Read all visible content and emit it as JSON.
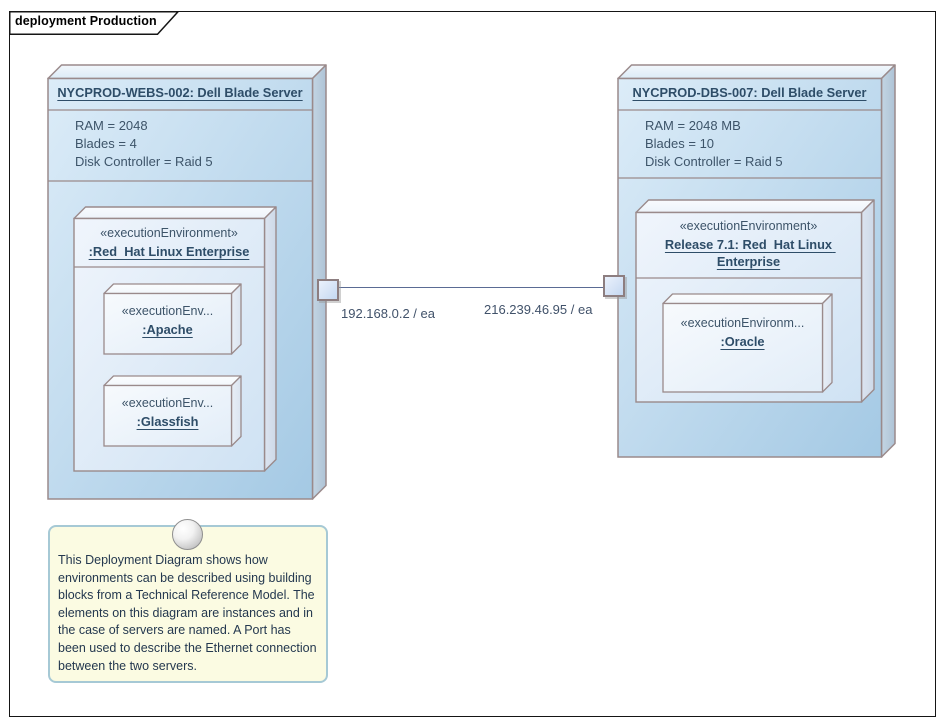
{
  "frame": {
    "label": "deployment Production"
  },
  "nodes": {
    "left_server": {
      "name": "NYCPROD-WEBS-002: Dell Blade Server",
      "properties": [
        "RAM = 2048",
        "Blades = 4",
        "Disk Controller = Raid 5"
      ],
      "exec_env": {
        "stereotype": "«executionEnvironment»",
        "name": ":Red  Hat Linux Enterprise",
        "children": [
          {
            "stereotype": "«executionEnv...",
            "name": ":Apache"
          },
          {
            "stereotype": "«executionEnv...",
            "name": ":Glassfish"
          }
        ]
      }
    },
    "right_server": {
      "name": "NYCPROD-DBS-007: Dell Blade Server",
      "properties": [
        "RAM = 2048 MB",
        "Blades = 10",
        "Disk Controller = Raid 5"
      ],
      "exec_env": {
        "stereotype": "«executionEnvironment»",
        "name": "Release 7.1: Red  Hat Linux Enterprise",
        "children": [
          {
            "stereotype": "«executionEnvironm...",
            "name": ":Oracle"
          }
        ]
      }
    }
  },
  "connection": {
    "left_port_label": "192.168.0.2 / ea",
    "right_port_label": "216.239.46.95 / ea"
  },
  "note": {
    "text": "This Deployment Diagram shows how environments can be described using building blocks from a Technical Reference Model. The elements on this diagram are instances and in the case of servers are named. A Port has been used to describe the Ethernet connection between the two servers."
  },
  "colors": {
    "node_border": "#9a8a8b",
    "server_fill_start": "#d9eaf7",
    "server_fill_end": "#a4c9e4",
    "env_fill_start": "#f0f5fc",
    "env_fill_end": "#cfe2f3",
    "child_fill_start": "#f7fafd",
    "child_fill_end": "#e2edf8",
    "note_fill": "#fbfbe2",
    "note_border": "#a6c9d5",
    "connector": "#5a6b94",
    "text": "#35506a"
  }
}
